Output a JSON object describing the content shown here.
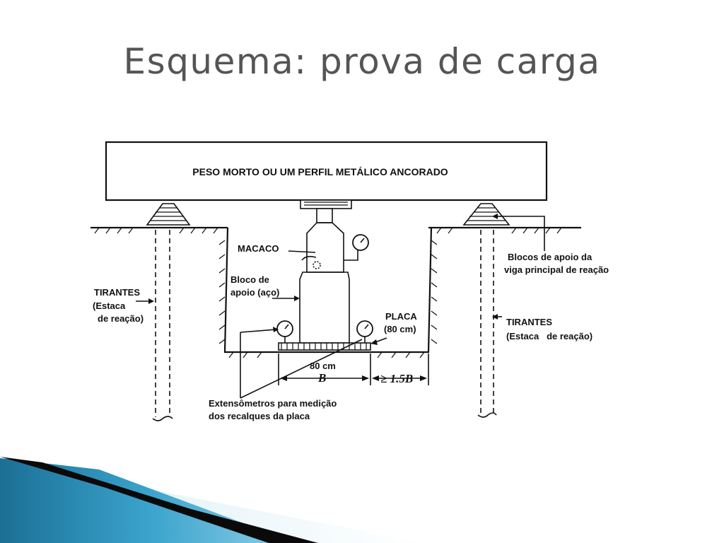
{
  "title": "Esquema: prova de carga",
  "diagram": {
    "beam_label": "PESO MORTO OU UM PERFIL METÁLICO ANCORADO",
    "jack_label": "MACACO",
    "bearing_block_label": [
      "Bloco de",
      "apoio (aço)"
    ],
    "tie_left_label": [
      "TIRANTES",
      "(Estaca",
      "de reação)"
    ],
    "tie_right_label": [
      "TIRANTES",
      "(Estaca   de reação)"
    ],
    "support_blocks_label": [
      "Blocos de apoio da",
      "viga principal de reação"
    ],
    "plate_label": [
      "PLACA",
      "(80 cm)"
    ],
    "plate_size": "80 cm",
    "width_symbol": "B",
    "spacing_label": "≥ 1.5B",
    "dial_gauges_label": [
      "Extensômetros para medição",
      "dos recalques da placa"
    ]
  },
  "colors": {
    "title": "#555555",
    "ribbon_dark": "#0a0a0a",
    "ribbon_blue": "#2a8fb8",
    "ribbon_light": "#bfe3f0"
  }
}
